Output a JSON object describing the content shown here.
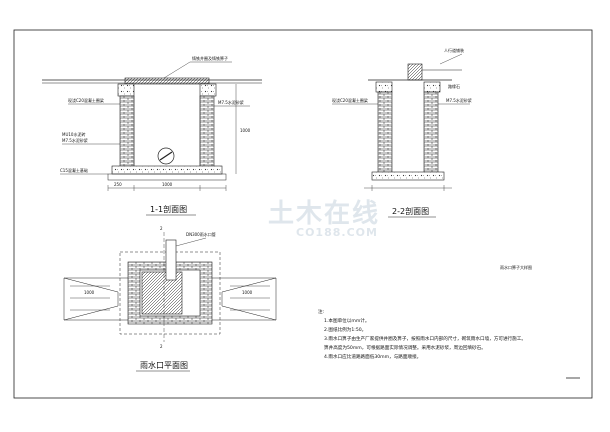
{
  "section1": {
    "title": "1-1剖面图",
    "label_cover": "铸铁井圈及铸铁箅子",
    "label_left1": "现浇C20混凝土圈梁",
    "label_left2": "MU10水泥砖",
    "label_left3": "M7.5水泥砂浆",
    "label_right": "M7.5水泥砂浆",
    "label_base": "C15混凝土基础",
    "dim_bottom": "250",
    "dim_mid": "1000",
    "dim_right_height": "1000"
  },
  "section2": {
    "title": "2-2剖面图",
    "label_top": "人行道铺装",
    "label_left": "现浇C20混凝土圈梁",
    "label_right1": "路缘石",
    "label_right2": "M7.5水泥砂浆"
  },
  "plan": {
    "title": "雨水口平面图",
    "label_pipe": "DN300雨水口管",
    "dim_left": "1000",
    "dim_right": "1000",
    "mark_top": "2",
    "mark_bottom": "2"
  },
  "side_label": "雨水口箅子大样图",
  "notes": {
    "heading": "注:",
    "items": [
      "1.本图单位以mm计。",
      "2.图纸比例为1:50。",
      "3.雨水口箅子由生产厂家提供井圈及箅子，按照雨水口内部的尺寸，砌筑雨水口墙，方可进行施工。",
      "  箅井高度为50mm，可根据路面实际情况调整。采用水泥砂浆，周边回填砂石。",
      "4.雨水口应比道路路面低30mm，与路面顺接。"
    ]
  },
  "watermark": {
    "main": "土木在线",
    "sub": "CO188.COM"
  }
}
